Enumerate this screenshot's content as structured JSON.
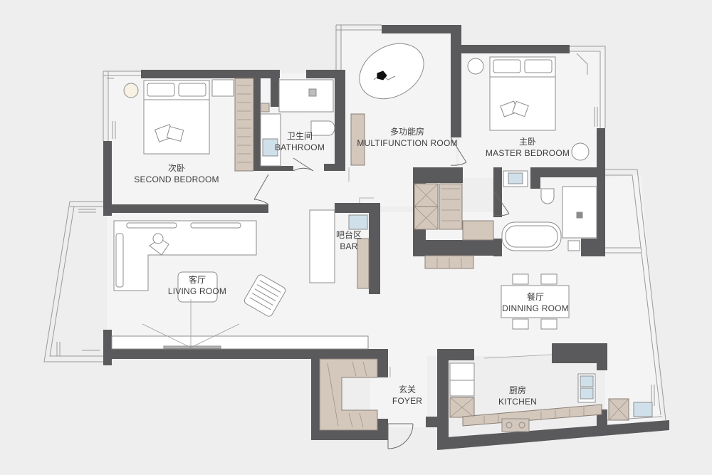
{
  "rooms": {
    "second_bedroom": {
      "cn": "次卧",
      "en": "SECOND BEDROOM"
    },
    "bathroom": {
      "cn": "卫生间",
      "en": "BATHROOM"
    },
    "multifunction": {
      "cn": "多功能房",
      "en": "MULTIFUNCTION ROOM"
    },
    "master_bedroom": {
      "cn": "主卧",
      "en": "MASTER BEDROOM"
    },
    "bar": {
      "cn": "吧台区",
      "en": "BAR"
    },
    "living_room": {
      "cn": "客厅",
      "en": "LIVING ROOM"
    },
    "dining_room": {
      "cn": "餐厅",
      "en": "DINNING ROOM"
    },
    "foyer": {
      "cn": "玄关",
      "en": "FOYER"
    },
    "kitchen": {
      "cn": "厨房",
      "en": "KITCHEN"
    }
  },
  "colors": {
    "background": "#eeeeef",
    "wall": "#5a5a5c",
    "line": "#8c8c8c",
    "cabinet": "#d4c7bc",
    "furniture_fill": "#ffffff",
    "glass": "#cfe0ea"
  }
}
